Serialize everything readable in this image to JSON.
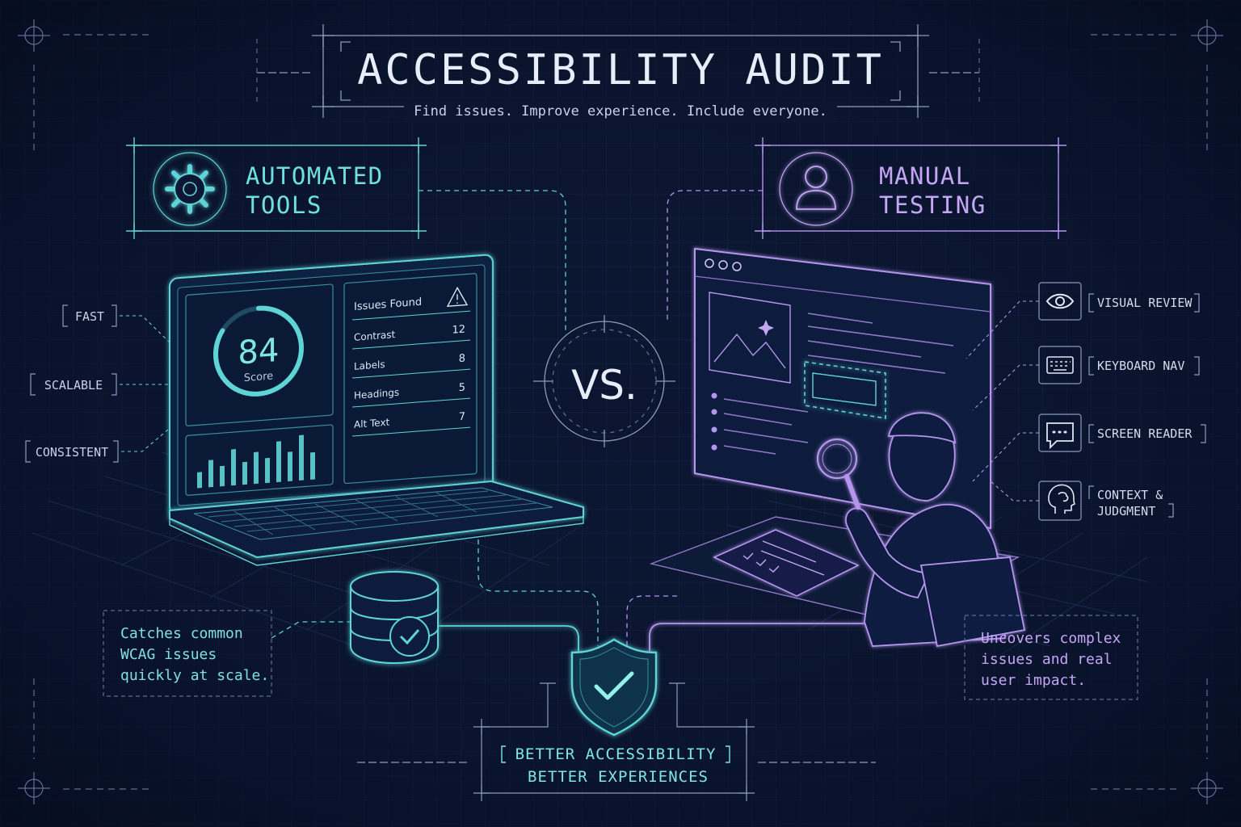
{
  "header": {
    "title": "ACCESSIBILITY AUDIT",
    "subtitle": "Find issues. Improve experience. Include everyone."
  },
  "automated": {
    "title_line1": "AUTOMATED",
    "title_line2": "TOOLS",
    "icon": "gear-icon",
    "traits": [
      "FAST",
      "SCALABLE",
      "CONSISTENT"
    ],
    "score_value": "84",
    "score_label": "Score",
    "score_fraction": 0.84,
    "issues_title": "Issues Found",
    "issues": [
      {
        "label": "Contrast",
        "count": "12"
      },
      {
        "label": "Labels",
        "count": "8"
      },
      {
        "label": "Headings",
        "count": "5"
      },
      {
        "label": "Alt Text",
        "count": "7"
      }
    ],
    "bar_levels": [
      0.35,
      0.6,
      0.45,
      0.8,
      0.5,
      0.7,
      0.55,
      0.9,
      0.65,
      1.0,
      0.6
    ],
    "note_lines": [
      "Catches common",
      "WCAG issues",
      "quickly at scale."
    ]
  },
  "versus": "VS.",
  "manual": {
    "title_line1": "MANUAL",
    "title_line2": "TESTING",
    "icon": "user-icon",
    "methods": [
      {
        "icon": "eye-icon",
        "lines": [
          "VISUAL REVIEW"
        ]
      },
      {
        "icon": "keyboard-icon",
        "lines": [
          "KEYBOARD NAV"
        ]
      },
      {
        "icon": "chat-icon",
        "lines": [
          "SCREEN READER"
        ]
      },
      {
        "icon": "brain-head-icon",
        "lines": [
          "CONTEXT &",
          "JUDGMENT"
        ]
      }
    ],
    "note_lines": [
      "Uncovers complex",
      "issues and real",
      "user impact."
    ]
  },
  "result": {
    "line1": "BETTER ACCESSIBILITY",
    "line2": "BETTER EXPERIENCES",
    "icon": "shield-check-icon"
  },
  "colors": {
    "background": "#0b1530",
    "teal": "#5fd4d6",
    "purple": "#b595ee",
    "text": "#dde6f5"
  }
}
